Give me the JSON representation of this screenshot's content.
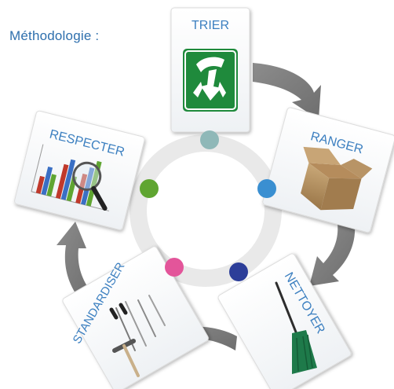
{
  "title": "Méthodologie :",
  "steps": [
    {
      "label": "TRIER",
      "dot_color": "#8fb8b8",
      "icon": "sort-hand-icon"
    },
    {
      "label": "RANGER",
      "dot_color": "#3a8fd1",
      "icon": "cardboard-box-icon"
    },
    {
      "label": "NETTOYER",
      "dot_color": "#2c3e99",
      "icon": "broom-icon"
    },
    {
      "label": "STANDARDISER",
      "dot_color": "#e3559a",
      "icon": "tools-icon"
    },
    {
      "label": "RESPECTER",
      "dot_color": "#5fa531",
      "icon": "chart-magnifier-icon"
    }
  ],
  "colors": {
    "title": "#2e6fad",
    "card_label": "#3b7fc0",
    "arrows": "#7f7f7f",
    "ring": "#e8e8e8",
    "trier_icon_bg": "#1f8a3c"
  }
}
